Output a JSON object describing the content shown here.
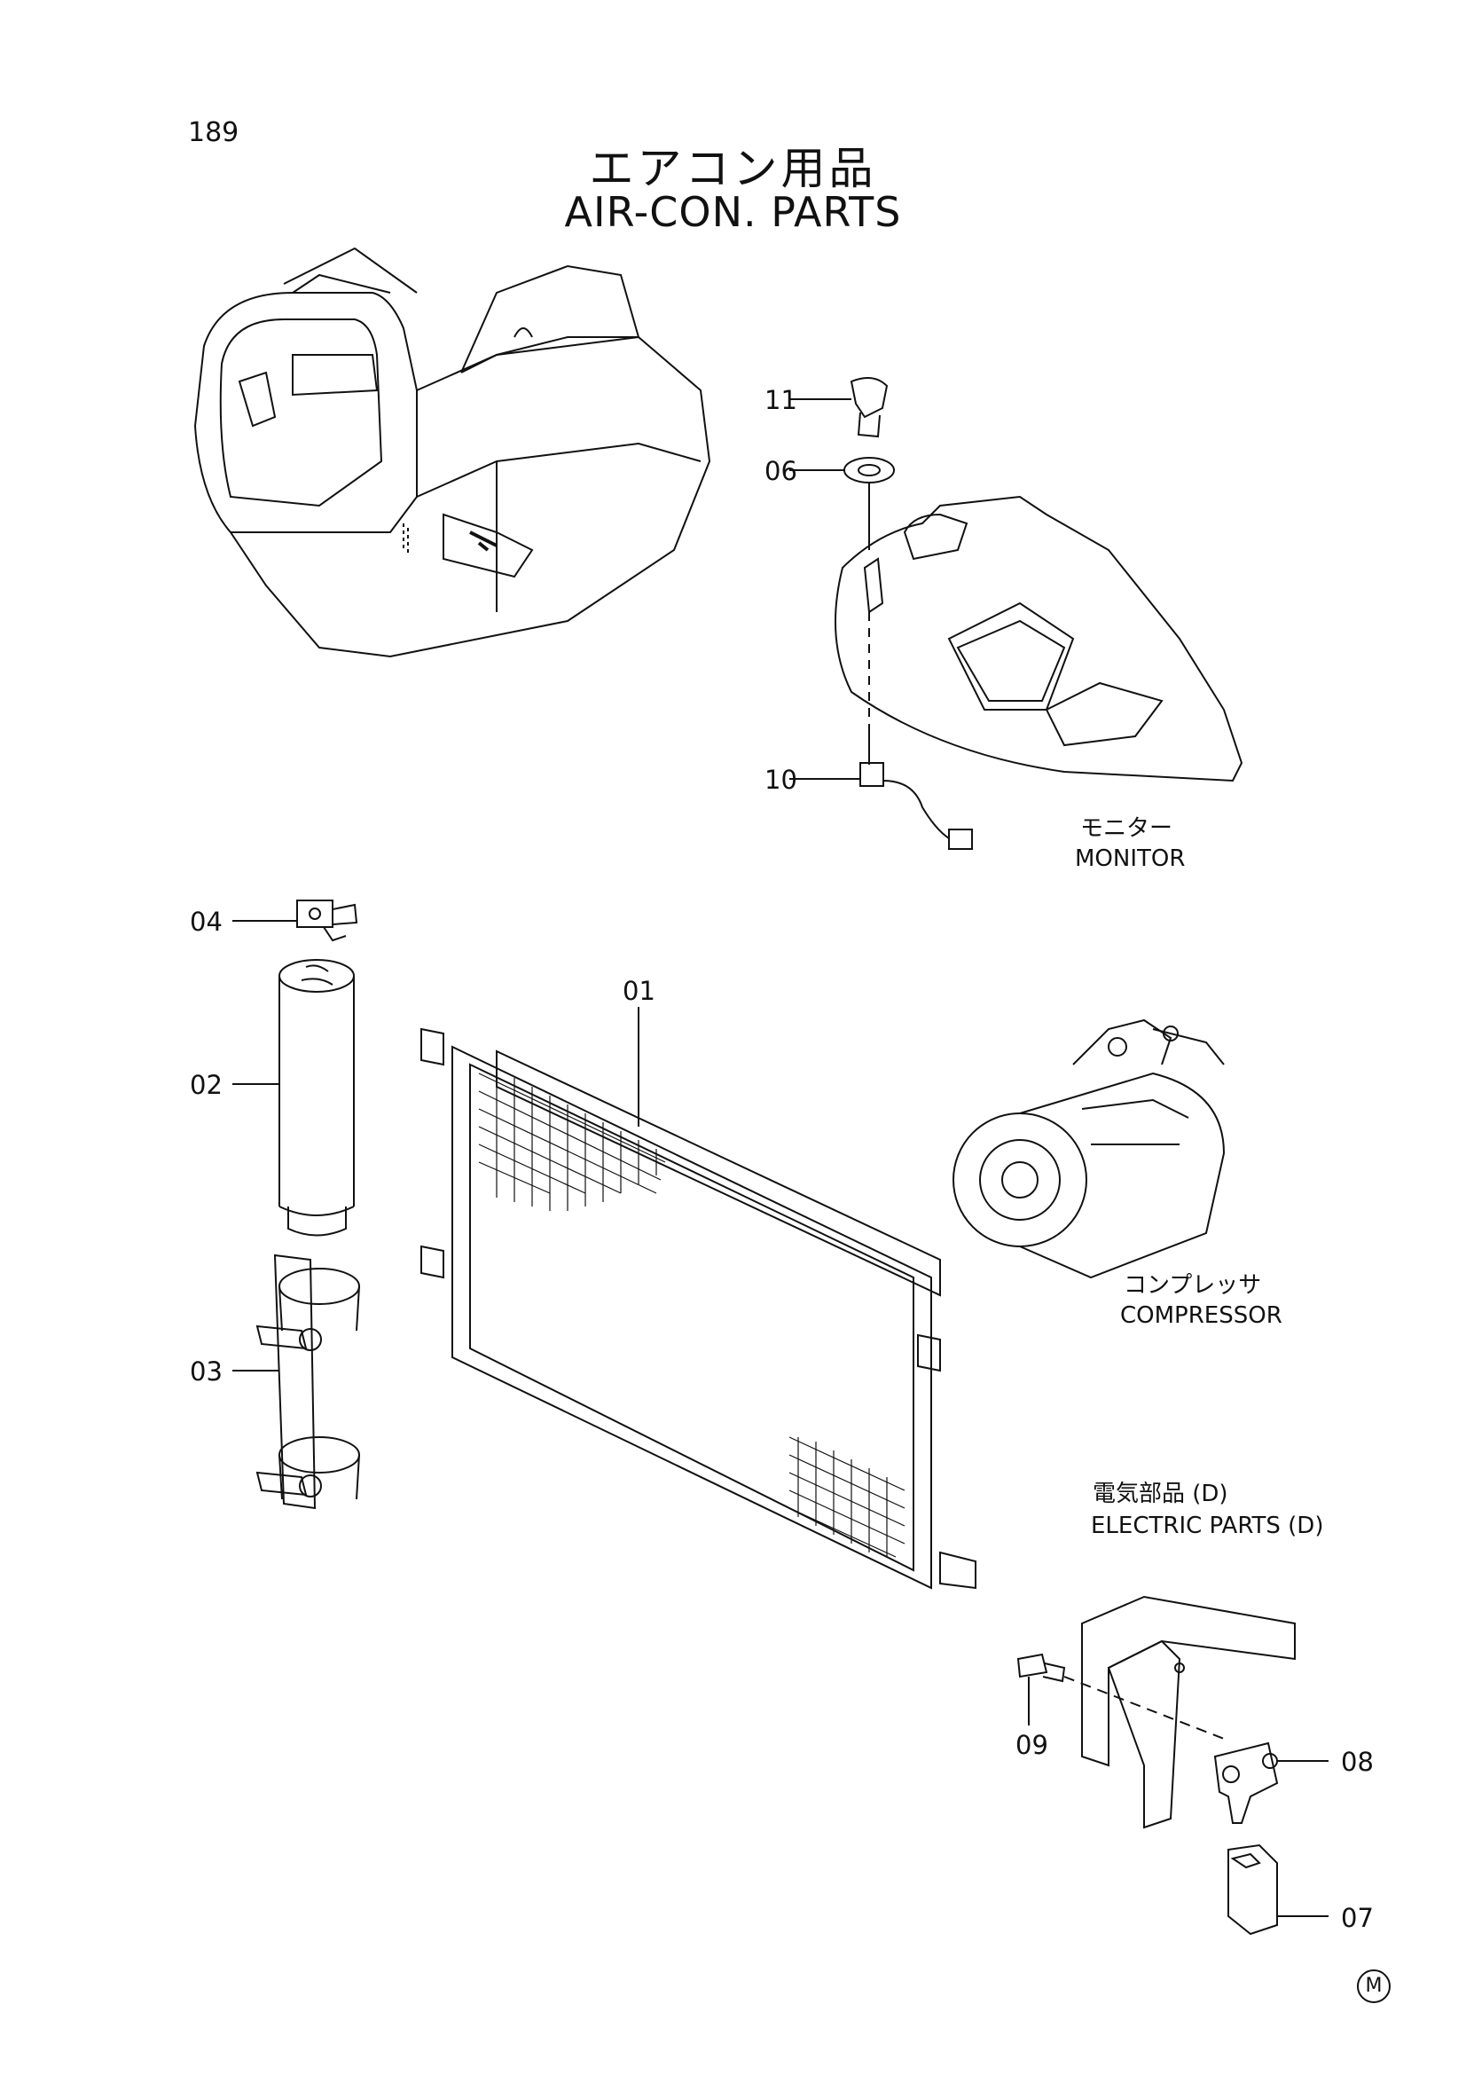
{
  "page": {
    "number": "189"
  },
  "title": {
    "jp": "エアコン用品",
    "en": "AIR-CON. PARTS"
  },
  "callouts": [
    "11",
    "06",
    "10",
    "04",
    "02",
    "03",
    "01",
    "09",
    "08",
    "07"
  ],
  "captions": {
    "monitor_jp": "モニター",
    "monitor_en": "MONITOR",
    "compressor_jp": "コンプレッサ",
    "compressor_en": "COMPRESSOR",
    "electric_jp": "電気部品 (D)",
    "electric_en": "ELECTRIC PARTS (D)"
  },
  "maker_mark": "M",
  "line_color": "#111111"
}
